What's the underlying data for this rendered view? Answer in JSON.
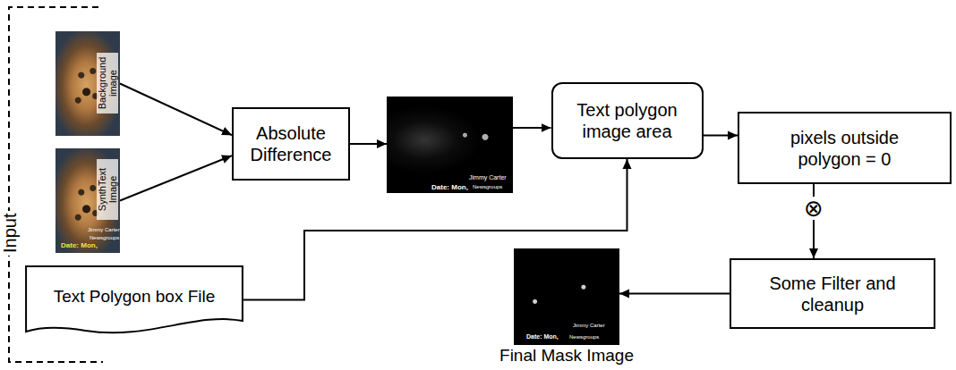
{
  "diagram": {
    "nodes": [
      {
        "text": [
          "Background image"
        ]
      },
      {
        "text": [
          "SynthText Image",
          "Jimmy Carter",
          "Newsgroups",
          "Date: Mon,"
        ]
      },
      {
        "text": [
          "Absolute Difference"
        ]
      },
      {
        "text": [
          "Jimmy Carter",
          "Date: Mon,",
          "Newsgroups"
        ]
      },
      {
        "text": [
          "Text polygon image area"
        ]
      },
      {
        "text": [
          "pixels outside polygon = 0"
        ]
      },
      {
        "text": [
          "⊗"
        ]
      },
      {
        "text": [
          "Some Filter and cleanup"
        ]
      },
      {
        "text": [
          "Jimmy Carter",
          "Date: Mon,",
          "Newsgroups",
          "Final Mask Image"
        ]
      },
      {
        "text": [
          "Text Polygon box File"
        ]
      }
    ],
    "edges": [
      {
        "from": 0,
        "to": 2,
        "arrow": "to"
      },
      {
        "from": 1,
        "to": 2,
        "arrow": "to"
      },
      {
        "from": 2,
        "to": 3,
        "arrow": "to"
      },
      {
        "from": 3,
        "to": 4,
        "arrow": "to"
      },
      {
        "from": 4,
        "to": 5,
        "arrow": "to"
      },
      {
        "from": 9,
        "to": 4,
        "arrow": "to"
      },
      {
        "from": 5,
        "to": 6,
        "arrow": "none"
      },
      {
        "from": 6,
        "to": 7,
        "arrow": "to"
      },
      {
        "from": 7,
        "to": 8,
        "arrow": "to"
      }
    ],
    "labels": [
      "Input"
    ]
  }
}
